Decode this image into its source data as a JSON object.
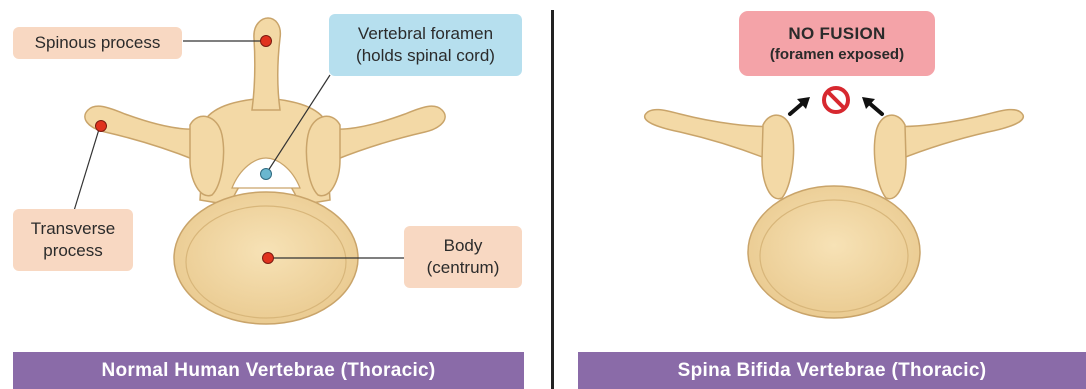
{
  "left_panel": {
    "labels": {
      "spinous": "Spinous process",
      "foramen_line1": "Vertebral foramen",
      "foramen_line2": "(holds spinal cord)",
      "transverse_line1": "Transverse",
      "transverse_line2": "process",
      "body_line1": "Body",
      "body_line2": "(centrum)"
    },
    "banner": "Normal Human Vertebrae (Thoracic)"
  },
  "right_panel": {
    "warning": {
      "title": "NO FUSION",
      "subtitle": "(foramen exposed)"
    },
    "banner": "Spina Bifida Vertebrae (Thoracic)"
  },
  "colors": {
    "bone_fill": "#f3d9a6",
    "bone_stroke": "#c9a46a",
    "marker_red": "#e0321e",
    "marker_blue": "#6ab7cf",
    "label_peach": "#f8d8c2",
    "label_blue": "#b6dfee",
    "warning_pink": "#f4a3a8",
    "banner_purple": "#8a6ba8",
    "prohibit_red": "#d7282f"
  },
  "icons": {
    "prohibit": "no-entry-icon",
    "arrows": "arrow-icon"
  }
}
